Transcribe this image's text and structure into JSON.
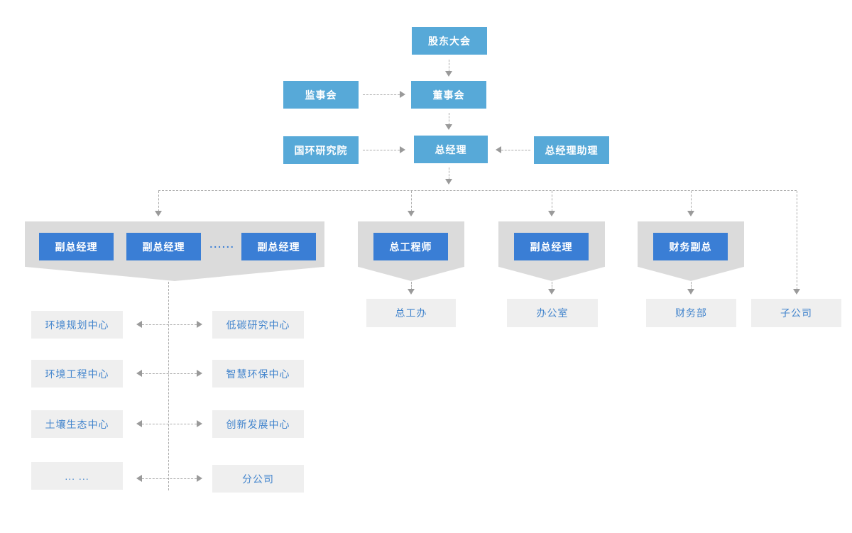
{
  "org": {
    "top": {
      "shareholders_meeting": "股东大会",
      "supervisory_board": "监事会",
      "board_of_directors": "董事会",
      "research_institute": "国环研究院",
      "general_manager": "总经理",
      "gm_assistant": "总经理助理"
    },
    "branches": {
      "deputy_gms": [
        "副总经理",
        "副总经理",
        "副总经理"
      ],
      "deputy_gms_ellipsis": "......",
      "chief_engineer": "总工程师",
      "deputy_gm_admin": "副总经理",
      "finance_vp": "财务副总"
    },
    "departments": {
      "chief_engineer_office": "总工办",
      "general_office": "办公室",
      "finance_department": "财务部",
      "subsidiary": "子公司"
    },
    "center_rows": [
      {
        "left": "环境规划中心",
        "right": "低碳研究中心"
      },
      {
        "left": "环境工程中心",
        "right": "智慧环保中心"
      },
      {
        "left": "土壤生态中心",
        "right": "创新发展中心"
      },
      {
        "left": "... ...",
        "right": "分公司"
      }
    ]
  },
  "colors": {
    "light_blue": "#57a9d8",
    "deep_blue": "#3a7ed5",
    "panel_gray": "#dbdbdb",
    "box_gray": "#efefef",
    "blue_text": "#4385cd",
    "line_gray": "#aaaaaa",
    "arrow_gray": "#9a9a9a"
  }
}
